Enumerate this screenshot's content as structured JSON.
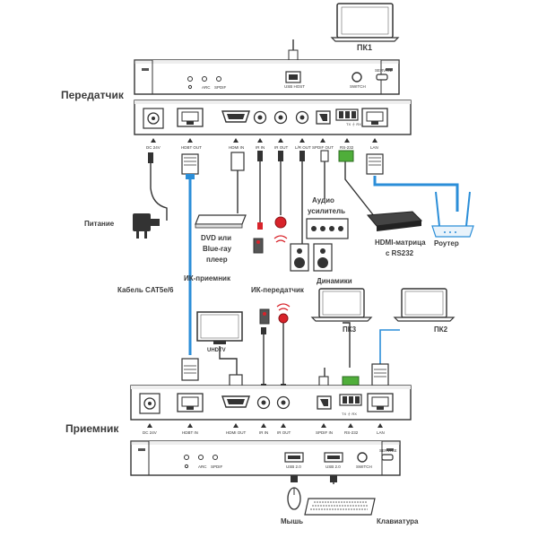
{
  "labels": {
    "pc1": "ПК1",
    "transmitter": "Передатчик",
    "receiver": "Приемник",
    "power": "Питание",
    "dvd_line1": "DVD или",
    "dvd_line2": "Blue-ray",
    "dvd_line3": "плеер",
    "ir_receiver": "ИК-приемник",
    "ir_transmitter": "ИК-передатчик",
    "cable": "Кабель CAT5e/6",
    "audio_line1": "Аудио",
    "audio_line2": "усилитель",
    "hdmi_matrix_line1": "HDMI-матрица",
    "hdmi_matrix_line2": "с RS232",
    "router": "Роутер",
    "speakers": "Динамики",
    "pc3": "ПК3",
    "pc2": "ПК2",
    "uhdtv": "UHDTV",
    "mouse": "Мышь",
    "keyboard": "Клавиатура"
  },
  "tx_front": {
    "ports": [
      "ARC",
      "SPDIF",
      "USB HOST",
      "SWITCH",
      "SERVICE"
    ]
  },
  "tx_back": {
    "ports": [
      "DC 24V",
      "HDBT OUT",
      "HDMI IN",
      "IR IN",
      "IR OUT",
      "L/R OUT",
      "SPDIF OUT",
      "RS-232",
      "LAN"
    ],
    "terminal": "TX ⏚ RX"
  },
  "rx_back": {
    "ports": [
      "DC 24V",
      "HDBT IN",
      "HDMI OUT",
      "IR IN",
      "IR OUT",
      "SPDIF IN",
      "RS-232",
      "LAN"
    ],
    "terminal": "TX ⏚ RX"
  },
  "rx_front": {
    "ports": [
      "ARC",
      "SPDIF",
      "USB 2.0",
      "USB 2.0",
      "SWITCH",
      "SERVICE"
    ]
  },
  "colors": {
    "cable_blue": "#2b8ed8",
    "device_gray": "#3a3a3a",
    "ir_red": "#d8232a",
    "terminal_green": "#4fae3a"
  }
}
